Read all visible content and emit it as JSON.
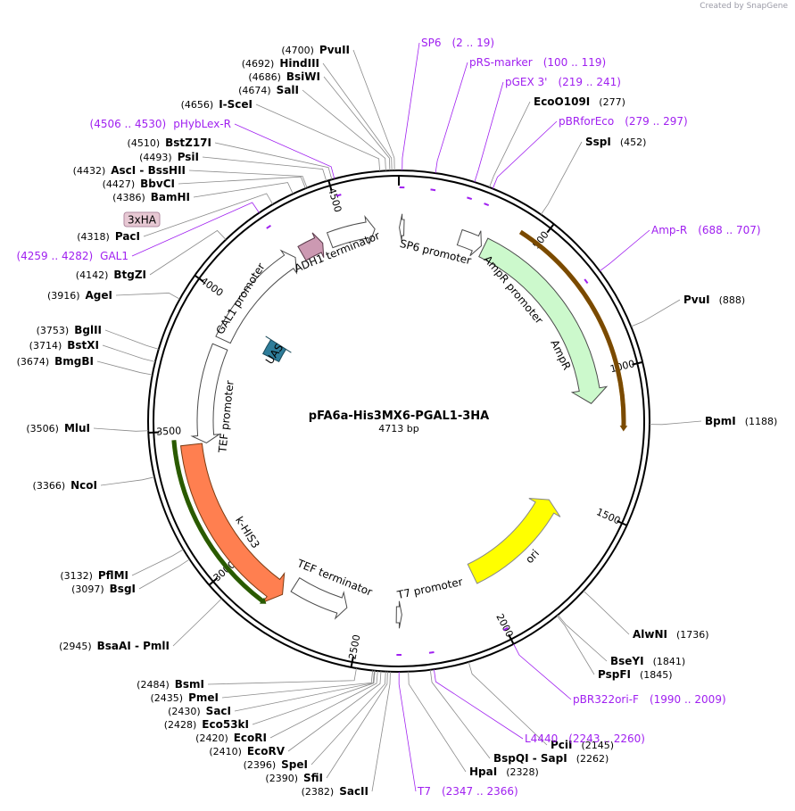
{
  "credit": "Created by SnapGene",
  "plasmid": {
    "name": "pFA6a-His3MX6-PGAL1-3HA",
    "size_label": "4713 bp",
    "length": 4713
  },
  "ticks": [
    {
      "bp": 500,
      "label": "500"
    },
    {
      "bp": 1000,
      "label": "1000"
    },
    {
      "bp": 1500,
      "label": "1500"
    },
    {
      "bp": 2000,
      "label": "2000"
    },
    {
      "bp": 2500,
      "label": "2500"
    },
    {
      "bp": 3000,
      "label": "3000"
    },
    {
      "bp": 3500,
      "label": "3500"
    },
    {
      "bp": 4000,
      "label": "4000"
    },
    {
      "bp": 4500,
      "label": "4500"
    }
  ],
  "enzymes": [
    {
      "name": "PvuII",
      "pos": "(4700)",
      "bp": 4700
    },
    {
      "name": "HindIII",
      "pos": "(4692)",
      "bp": 4692
    },
    {
      "name": "BsiWI",
      "pos": "(4686)",
      "bp": 4686
    },
    {
      "name": "SalI",
      "pos": "(4674)",
      "bp": 4674
    },
    {
      "name": "I-SceI",
      "pos": "(4656)",
      "bp": 4656
    },
    {
      "name": "BstZ17I",
      "pos": "(4510)",
      "bp": 4510
    },
    {
      "name": "PsiI",
      "pos": "(4493)",
      "bp": 4493
    },
    {
      "name": "AscI  - BssHII",
      "pos": "(4432)",
      "bp": 4432
    },
    {
      "name": "BbvCI",
      "pos": "(4427)",
      "bp": 4427
    },
    {
      "name": "BamHI",
      "pos": "(4386)",
      "bp": 4386
    },
    {
      "name": "PacI",
      "pos": "(4318)",
      "bp": 4318
    },
    {
      "name": "BtgZI",
      "pos": "(4142)",
      "bp": 4142
    },
    {
      "name": "AgeI",
      "pos": "(3916)",
      "bp": 3916
    },
    {
      "name": "BglII",
      "pos": "(3753)",
      "bp": 3753
    },
    {
      "name": "BstXI",
      "pos": "(3714)",
      "bp": 3714
    },
    {
      "name": "BmgBI",
      "pos": "(3674)",
      "bp": 3674
    },
    {
      "name": "MluI",
      "pos": "(3506)",
      "bp": 3506
    },
    {
      "name": "NcoI",
      "pos": "(3366)",
      "bp": 3366
    },
    {
      "name": "PflMI",
      "pos": "(3132)",
      "bp": 3132
    },
    {
      "name": "BsgI",
      "pos": "(3097)",
      "bp": 3097
    },
    {
      "name": "BsaAI  - PmlI",
      "pos": "(2945)",
      "bp": 2945
    },
    {
      "name": "BsmI",
      "pos": "(2484)",
      "bp": 2484
    },
    {
      "name": "PmeI",
      "pos": "(2435)",
      "bp": 2435
    },
    {
      "name": "SacI",
      "pos": "(2430)",
      "bp": 2430
    },
    {
      "name": "Eco53kI",
      "pos": "(2428)",
      "bp": 2428
    },
    {
      "name": "EcoRI",
      "pos": "(2420)",
      "bp": 2420
    },
    {
      "name": "EcoRV",
      "pos": "(2410)",
      "bp": 2410
    },
    {
      "name": "SpeI",
      "pos": "(2396)",
      "bp": 2396
    },
    {
      "name": "SfiI",
      "pos": "(2390)",
      "bp": 2390
    },
    {
      "name": "SacII",
      "pos": "(2382)",
      "bp": 2382
    },
    {
      "name": "EcoO109I",
      "pos": "(277)",
      "bp": 277
    },
    {
      "name": "SspI",
      "pos": "(452)",
      "bp": 452
    },
    {
      "name": "PvuI",
      "pos": "(888)",
      "bp": 888
    },
    {
      "name": "BpmI",
      "pos": "(1188)",
      "bp": 1188
    },
    {
      "name": "AlwNI",
      "pos": "(1736)",
      "bp": 1736
    },
    {
      "name": "BseYI",
      "pos": "(1841)",
      "bp": 1841
    },
    {
      "name": "PspFI",
      "pos": "(1845)",
      "bp": 1845
    },
    {
      "name": "PciI",
      "pos": "(2145)",
      "bp": 2145
    },
    {
      "name": "BspQI  - SapI",
      "pos": "(2262)",
      "bp": 2262
    },
    {
      "name": "HpaI",
      "pos": "(2328)",
      "bp": 2328
    }
  ],
  "primers": [
    {
      "name": "SP6",
      "range": "(2 .. 19)",
      "bp": 10
    },
    {
      "name": "pRS-marker",
      "range": "(100 .. 119)",
      "bp": 110
    },
    {
      "name": "pGEX 3'",
      "range": "(219 .. 241)",
      "bp": 230
    },
    {
      "name": "pBRforEco",
      "range": "(279 .. 297)",
      "bp": 288
    },
    {
      "name": "Amp-R",
      "range": "(688 .. 707)",
      "bp": 697
    },
    {
      "name": "pBR322ori-F",
      "range": "(1990 .. 2009)",
      "bp": 2000
    },
    {
      "name": "L4440",
      "range": "(2243 .. 2260)",
      "bp": 2251
    },
    {
      "name": "T7",
      "range": "(2347 .. 2366)",
      "bp": 2356
    },
    {
      "name": "GAL1",
      "range": "(4259 .. 4282)",
      "bp": 4270
    },
    {
      "name": "pHybLex-R",
      "range": "(4506 .. 4530)",
      "bp": 4518
    }
  ],
  "features": [
    {
      "name": "SP6 promoter",
      "type": "promoter"
    },
    {
      "name": "AmpR promoter",
      "type": "promoter"
    },
    {
      "name": "AmpR",
      "type": "cds"
    },
    {
      "name": "ori",
      "type": "rep_origin"
    },
    {
      "name": "T7 promoter",
      "type": "promoter"
    },
    {
      "name": "TEF terminator",
      "type": "terminator"
    },
    {
      "name": "k-HIS3",
      "type": "cds"
    },
    {
      "name": "TEF promoter",
      "type": "promoter"
    },
    {
      "name": "UAS",
      "type": "misc"
    },
    {
      "name": "GAL1 promoter",
      "type": "promoter"
    },
    {
      "name": "ADH1 terminator",
      "type": "terminator"
    },
    {
      "name": "3xHA",
      "type": "tag"
    }
  ],
  "colors": {
    "ampr": "#ccf9cc",
    "ori": "#ffff00",
    "khis3": "#ff7f50",
    "uas": "#2e7d9a",
    "adh1": "#cc99b2",
    "tag": "#e7c8d3",
    "primer": "#a020f0",
    "primer_amp_highlight": "#d68a00",
    "primer_gal_highlight": "#2e9a00"
  }
}
